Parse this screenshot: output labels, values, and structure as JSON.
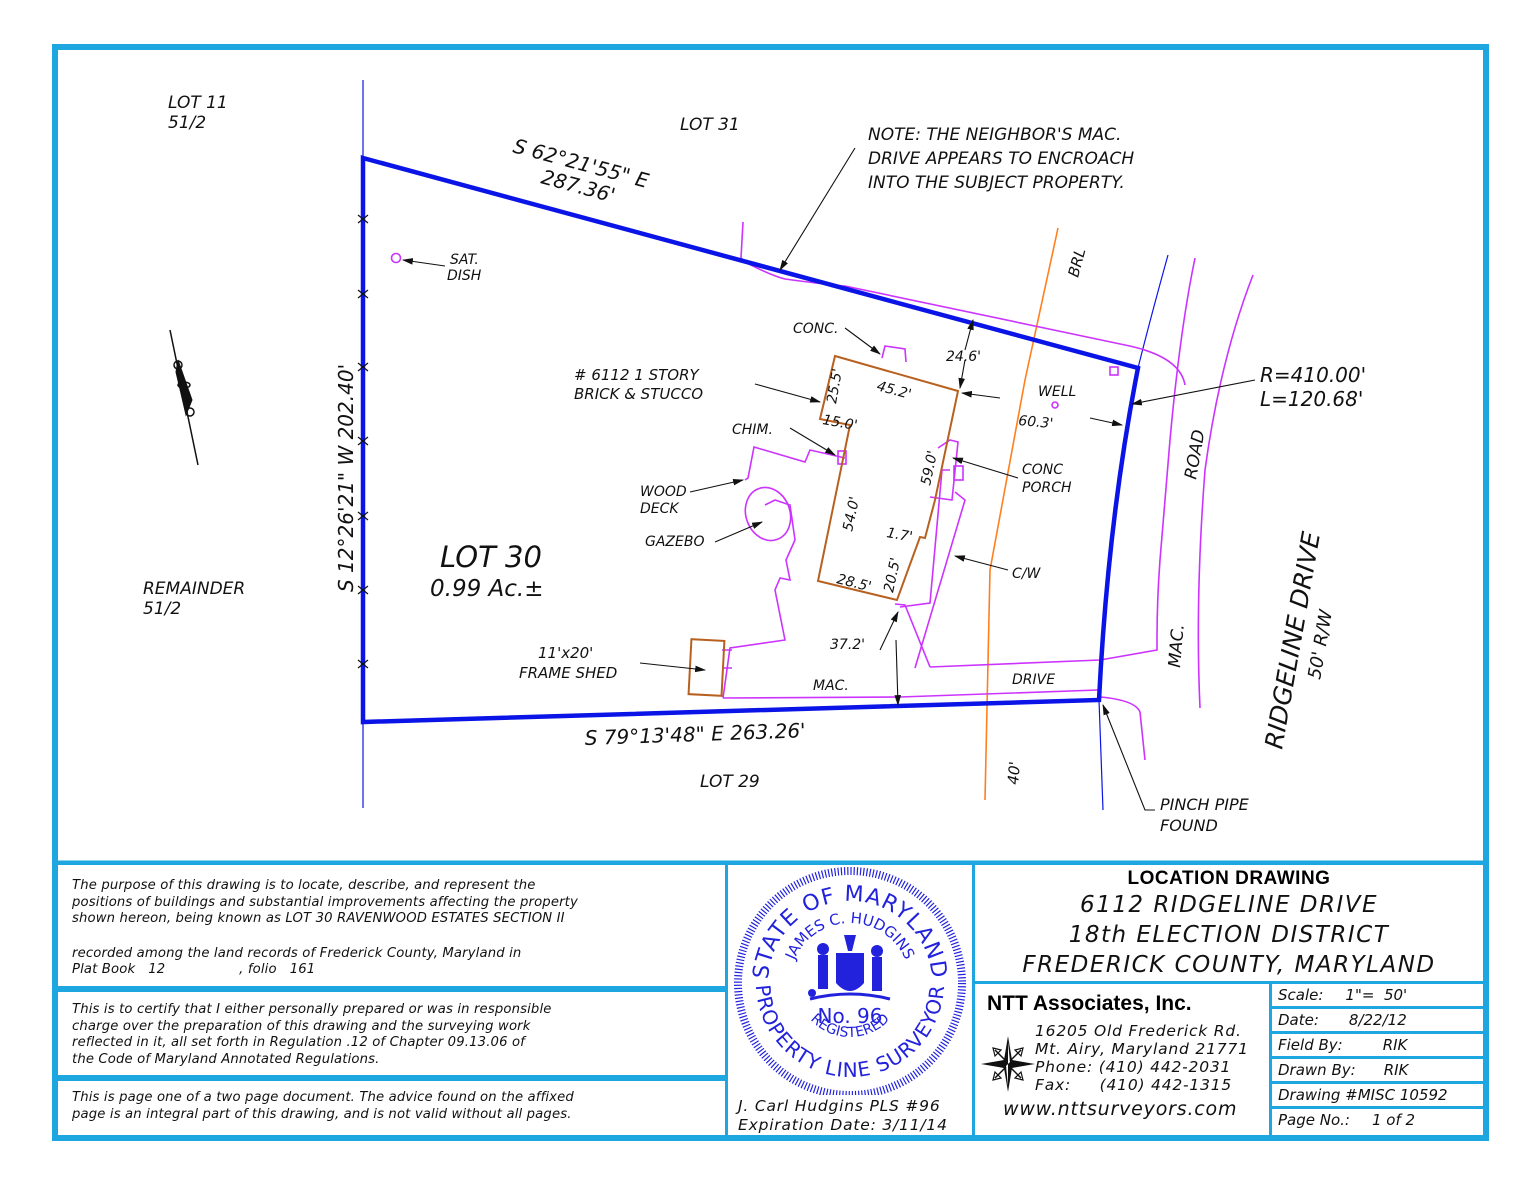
{
  "drawing": {
    "lot_labels": {
      "lot11": [
        "LOT 11",
        "51/2"
      ],
      "lot31": "LOT 31",
      "lot29": "LOT 29",
      "remainder": [
        "REMAINDER",
        "51/2"
      ],
      "lot30": "LOT 30",
      "lot30_area": "0.99 Ac.±"
    },
    "bearings": {
      "north": [
        "S 62°21'55\" E",
        "287.36'"
      ],
      "west": "S 12°26'21\" W   202.40'",
      "south": "S 79°13'48\" E   263.26'",
      "curve": [
        "R=410.00'",
        "L=120.68'"
      ]
    },
    "note": [
      "NOTE: THE NEIGHBOR'S MAC.",
      "DRIVE APPEARS TO ENCROACH",
      "INTO THE SUBJECT PROPERTY."
    ],
    "callouts": {
      "sat_dish": [
        "SAT.",
        "DISH"
      ],
      "conc": "CONC.",
      "house": [
        "# 6112 1 STORY",
        "BRICK & STUCCO"
      ],
      "chim": "CHIM.",
      "wood_deck": [
        "WOOD",
        "DECK"
      ],
      "gazebo": "GAZEBO",
      "shed": [
        "11'x20'",
        "FRAME SHED"
      ],
      "well": "WELL",
      "conc_porch": [
        "CONC",
        "PORCH"
      ],
      "cw": "C/W",
      "pinch_pipe": [
        "PINCH PIPE",
        "FOUND"
      ],
      "brl": "BRL",
      "mac": "MAC.",
      "drive": "DRIVE",
      "road": "ROAD",
      "road_mac": "MAC.",
      "ridgeline": "RIDGELINE  DRIVE",
      "rw": "50'  R/W",
      "setback_40": "40'"
    },
    "dimensions": {
      "d24_6": "24.6'",
      "d60_3": "60.3'",
      "d45_2": "45.2'",
      "d25_5": "25.5'",
      "d15_0": "15.0'",
      "d59_0": "59.0'",
      "d54_0": "54.0'",
      "d1_7": "1.7'",
      "d20_5": "20.5'",
      "d28_5": "28.5'",
      "d37_2": "37.2'"
    },
    "colors": {
      "frame": "#1ea6e0",
      "boundary": "#0a14e6",
      "improvements": "#cc33ff",
      "building": "#b8601f",
      "setback": "#ff7f1e"
    }
  },
  "notes": {
    "purpose": [
      "The purpose of this drawing is to locate, describe, and represent the",
      "positions of buildings and substantial improvements affecting the property",
      "shown hereon, being known as LOT 30 RAVENWOOD ESTATES SECTION II",
      "",
      "recorded among the land records of Frederick County, Maryland in",
      "Plat Book   12                 , folio   161"
    ],
    "certify": [
      "This is to certify that I either personally prepared or was in responsible",
      "charge over the preparation of this drawing and the surveying work",
      "reflected in it, all set forth in Regulation .12 of Chapter 09.13.06 of",
      "the Code of Maryland Annotated Regulations."
    ],
    "page_advice": [
      "This is page one of a two page document. The advice found on the affixed",
      "page is an integral part of this drawing, and is not valid without all pages."
    ]
  },
  "seal": {
    "outer_top": "STATE OF MARYLAND",
    "outer_bottom": "PROPERTY LINE SURVEYOR",
    "inner_top": "JAMES C. HUDGINS",
    "inner_bottom": "REGISTERED",
    "number": "No. 96",
    "signer": "J. Carl Hudgins PLS #96",
    "expiration": "Expiration Date: 3/11/14"
  },
  "title_block": {
    "heading": "LOCATION DRAWING",
    "address": "6112 RIDGELINE DRIVE",
    "district": "18th ELECTION DISTRICT",
    "county": "FREDERICK COUNTY, MARYLAND"
  },
  "company": {
    "name": "NTT Associates, Inc.",
    "address_lines": [
      "16205 Old Frederick Rd.",
      "Mt. Airy, Maryland 21771",
      "Phone: (410) 442-2031",
      "Fax:     (410) 442-1315"
    ],
    "website": "www.nttsurveyors.com"
  },
  "info": [
    {
      "label": "Scale:",
      "value": "1\"=  50'"
    },
    {
      "label": "Date:",
      "value": "8/22/12"
    },
    {
      "label": "Field By:",
      "value": "RIK"
    },
    {
      "label": "Drawn By:",
      "value": "RIK"
    },
    {
      "label": "Drawing #",
      "value": "MISC 10592"
    },
    {
      "label": "Page No.:",
      "value": "1 of 2"
    }
  ]
}
